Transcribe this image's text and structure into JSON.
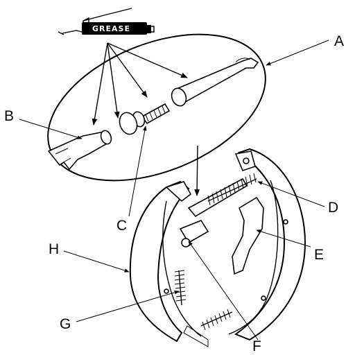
{
  "grease": {
    "label": "GREASE"
  },
  "callouts": {
    "A": "A",
    "B": "B",
    "C": "C",
    "D": "D",
    "E": "E",
    "F": "F",
    "G": "G",
    "H": "H"
  }
}
